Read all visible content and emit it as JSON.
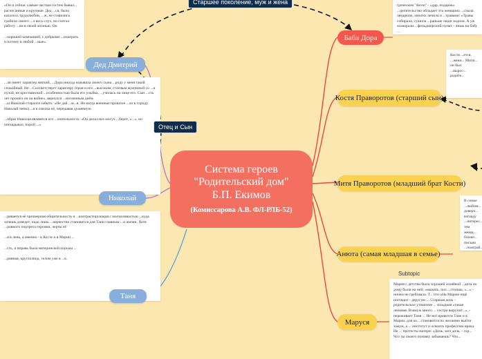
{
  "root": {
    "title_line1": "Система героев",
    "title_line2": "\"Родительский дом\"",
    "title_line3": "Б.П. Екимов",
    "author": "(Комиссарова А.В. ФЛ-РЛБ-52)"
  },
  "relations": {
    "top": "Старшее поколение, муж и жена",
    "left": "Отец и Сын"
  },
  "nodes": {
    "ded": "Дед Дмитрий",
    "nikolai": "Николай",
    "tanya": "Таня",
    "baba": "Баба Дора",
    "kostya": "Костя Праворотов (старший сын)",
    "mitya": "Митя Праворотов (младший брат Кости)",
    "anyuta": "Анюта (самая младшая в семье)",
    "marus": "Маруся"
  },
  "subtopic": "Subtopic",
  "notes": {
    "ded": "«Он и сейчас самым частым гостем бывал... расчесанные и крупные. Дед ...ся, было казалось трудолюбив, ...ж, не ставились грабили своего ...л весь слух, но считал работу ...ем в своей жизнью. Он\n\n...хорошей компанией, с добрыми ...поиграть и потому в любой ...ные».",
    "nikolai": "...ля имеет характер мягкий, ...Дора иногда называла своего сына ...роду у меня такой спокойный. Не ...Соответствует характеру героя и его ...высоким, статным мужчиной со ...и пузой, не крестьянской ...особенностью была его улыбка, ...училась на лице его. Сын ...сть лет прошёл он на войне», вернулся ...вселенным днём.\n...ы Николай старался забыть: «Не дай ...м...я. Но когда военные прошлое ...ло к городу, Николай лепил ...я и смолка её, передавая душевную\n\n...образ Николая являются его ...очательность: «Он делал все могуч ...берет, «...», но поглядывал, порой ...»",
    "tanya": "...ривается её чрезмерная общительность и ...контрастирующая с молчаливостью ...куда хочешь доведет, надо лишь ...нерчество становится для Тани главным ...и жизни. Хотя\n...ровного портрета героини, черты её\n\n...я в лень, а именно - в Косте и в Марии ...\n\n...сть, и вправь была материнской породы ...\n\n...ривная, круглолица, телом уже в ...к.",
    "baba": "греческом \"doron\" - «дар, подарок» ...целительство обладает эта женщина ...слыла лекаркою, многих лечила и ...травами: «Травы собирала, сушила ...раньше люди ходили. А уж захворали ...фельдшерский пункт - лишь на бабу ...",
    "kostya": "Костя ...ется, ...жени... Мити... он был ...вырос... родите...",
    "mitya": "В семье ...любим... доверч... взгляду ...интерес... тем женщ... ближе... письмо ...поиграй...",
    "marus": "Мария с детства была хорошей хозяйкой ...дела по дому были на ней: «мыкать, пол ...стоишь, «...» - ничем не гребовала. Т... что «На Марию ещё поглядит - деругую ... Старшая дочь - родительское утешение ... младшая «такая ленивая. Взамуж много ... сестра выручит...», - переживает Таня ... Не всё нравится Тане и в Марии, для ко... становится по желанию выйти замуж, а ... институт и освоить профессию врача. Не ... протесты матери: «Дочь, мол дочь, - гор... Что ты своего позовку забываешь? Что..."
  }
}
